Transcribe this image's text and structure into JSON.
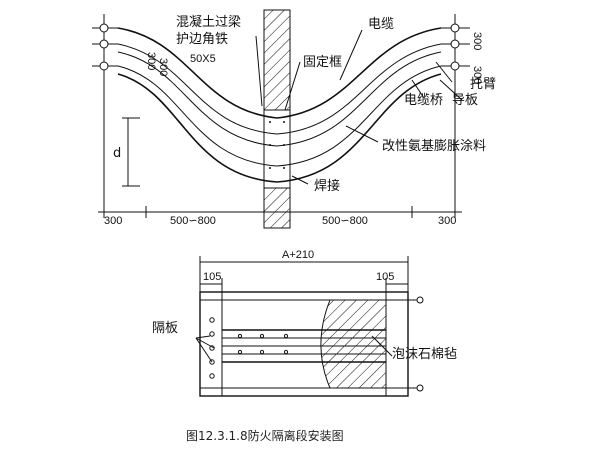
{
  "labels": {
    "beam": "混凝土过梁",
    "angle_iron": "护边角铁",
    "angle_size": "50X5",
    "cable": "电缆",
    "fixed_frame": "固定框",
    "bracket": "托臂",
    "cable_tray": "电缆桥",
    "guide_plate": "导板",
    "coating": "改性氨基膨胀涂料",
    "weld": "焊接",
    "d": "d",
    "partition": "隔板",
    "foam": "泡沫石棉毡"
  },
  "dims": {
    "left_300": "300",
    "left_span": "500∽800",
    "right_span": "500∽800",
    "right_300": "300",
    "vert_300_left_a": "300",
    "vert_300_left_b": "300",
    "vert_300_right_a": "300",
    "vert_300_right_b": "300",
    "a_plus": "A+210",
    "left_105": "105",
    "right_105": "105"
  },
  "caption": "图12.3.1.8防火隔离段安装图"
}
